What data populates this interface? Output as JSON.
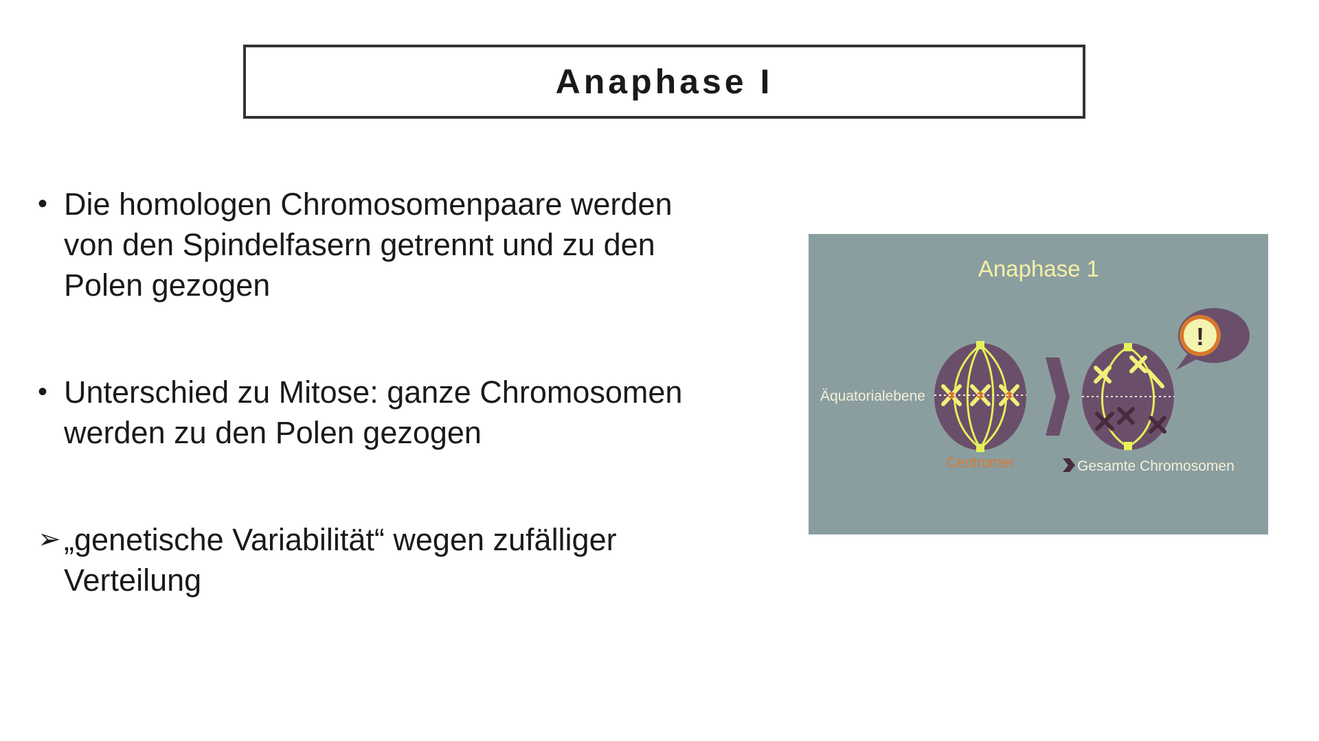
{
  "slide": {
    "title": "Anaphase I",
    "items": [
      {
        "marker": "•",
        "lines": [
          "Die homologen Chromosomenpaare werden",
          "von den Spindelfasern getrennt und zu den",
          "Polen gezogen"
        ]
      },
      {
        "marker": "•",
        "lines": [
          "Unterschied zu Mitose: ganze Chromosomen",
          "werden zu den Polen gezogen"
        ]
      },
      {
        "marker": "➢",
        "lines": [
          "„genetische Variabilität“ wegen zufälliger",
          "Verteilung"
        ]
      }
    ]
  },
  "illustration": {
    "title": "Anaphase 1",
    "label_equator": "Äquatorialebene",
    "label_centromere": "Centromer",
    "label_whole": "Gesamte Chromosomen",
    "alert_symbol": "!",
    "colors": {
      "background": "#8a9ea0",
      "cell": "#6b4f6a",
      "spindle": "#e6f05a",
      "chromosome_dark": "#4a2a3e",
      "chromosome_light": "#f0f07a",
      "accent_orange": "#d6792f",
      "arrow": "#6b4f6a"
    }
  }
}
